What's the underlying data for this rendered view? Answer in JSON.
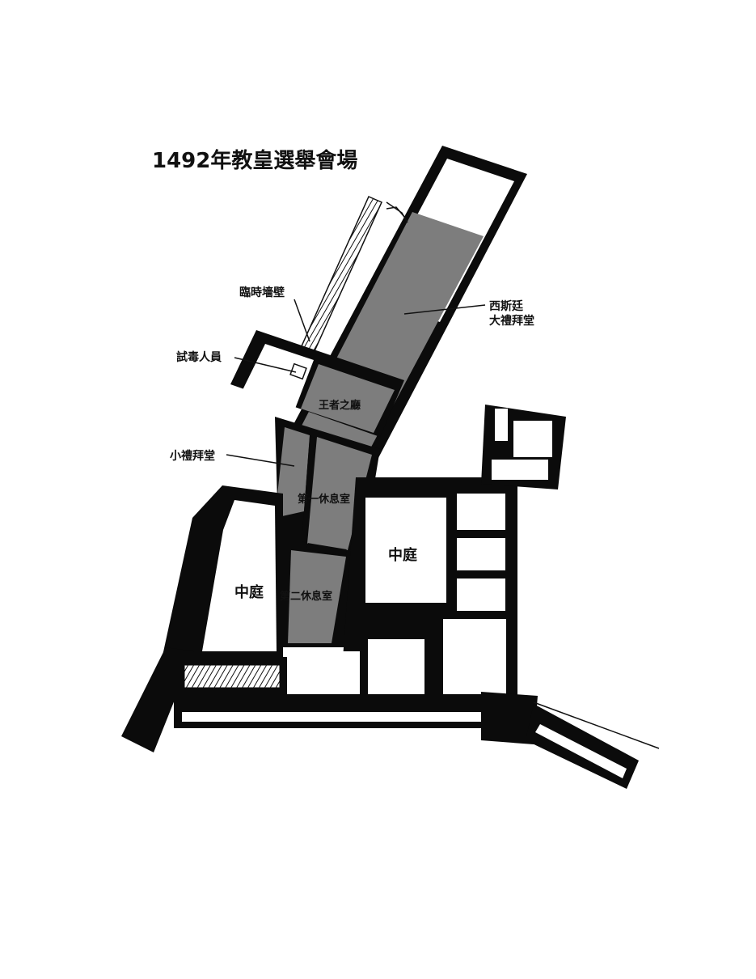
{
  "title": "1492年教皇選舉會場",
  "callouts": {
    "temporary_wall": "臨時墻壁",
    "food_taster": "試毒人員",
    "small_chapel": "小禮拜堂",
    "sistine_chapel_line1": "西斯廷",
    "sistine_chapel_line2": "大禮拜堂"
  },
  "rooms": {
    "sala_regia": "王者之廳",
    "first_lounge": "第一休息室",
    "second_lounge": "第二休息室",
    "courtyard_left": "中庭",
    "courtyard_right": "中庭"
  },
  "colors": {
    "walls": "#0b0b0b",
    "conclave_area": "#7d7d7d",
    "background": "#ffffff"
  }
}
